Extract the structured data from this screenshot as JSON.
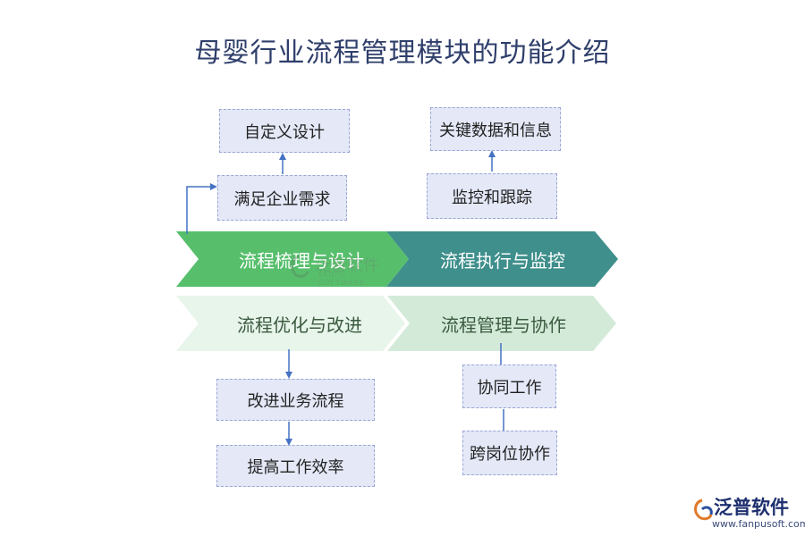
{
  "title": "母婴行业流程管理模块的功能介绍",
  "chevrons": {
    "top_left": "流程梳理与设计",
    "top_right": "流程执行与监控",
    "bottom_left": "流程优化与改进",
    "bottom_right": "流程管理与协作"
  },
  "boxes": {
    "custom_design": "自定义设计",
    "meet_needs": "满足企业需求",
    "key_data": "关键数据和信息",
    "monitor_track": "监控和跟踪",
    "improve_process": "改进业务流程",
    "raise_efficiency": "提高工作效率",
    "collab_work": "协同工作",
    "cross_post": "跨岗位协作"
  },
  "watermark": {
    "text": "泛普软件",
    "sub": "FANPU SOFTWARE"
  },
  "brand": {
    "name": "泛普软件",
    "url": "www.fanpusoft.com"
  },
  "colors": {
    "chevron_green": "#57bf6c",
    "chevron_teal": "#3f8f8c",
    "chevron_light_green": "#e7f5ea",
    "chevron_light_teal": "#d3ead9",
    "box_fill": "#e4e8f7",
    "arrow": "#4472c4"
  }
}
